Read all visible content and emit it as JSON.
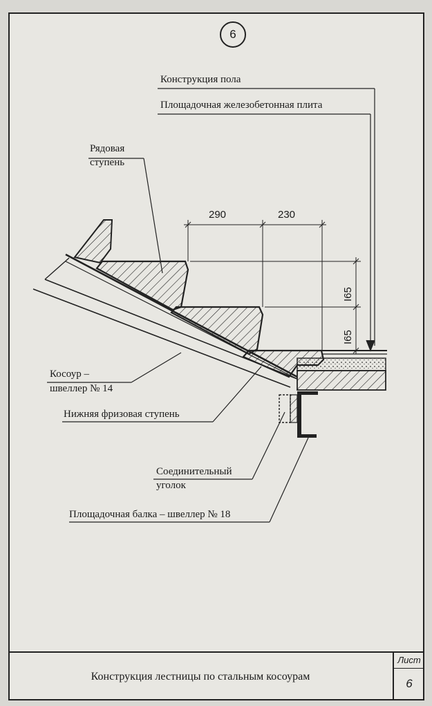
{
  "drawing": {
    "marker": "6",
    "labels": {
      "floor": "Конструкция пола",
      "slab": "Площадочная железобетонная плита",
      "step_line1": "Рядовая",
      "step_line2": "ступень",
      "stringer_line1": "Косоур –",
      "stringer_line2": "швеллер № 14",
      "bottom_step": "Нижняя фризовая ступень",
      "angle_line1": "Соединительный",
      "angle_line2": "уголок",
      "beam": "Площадочная балка – швеллер № 18"
    },
    "dimensions": {
      "tread1": "290",
      "tread2": "230",
      "rise1": "I65",
      "rise2": "I65"
    }
  },
  "footer": {
    "title": "Конструкция лестницы по стальным косоурам",
    "sheet_label": "Лист",
    "sheet_number": "6"
  }
}
